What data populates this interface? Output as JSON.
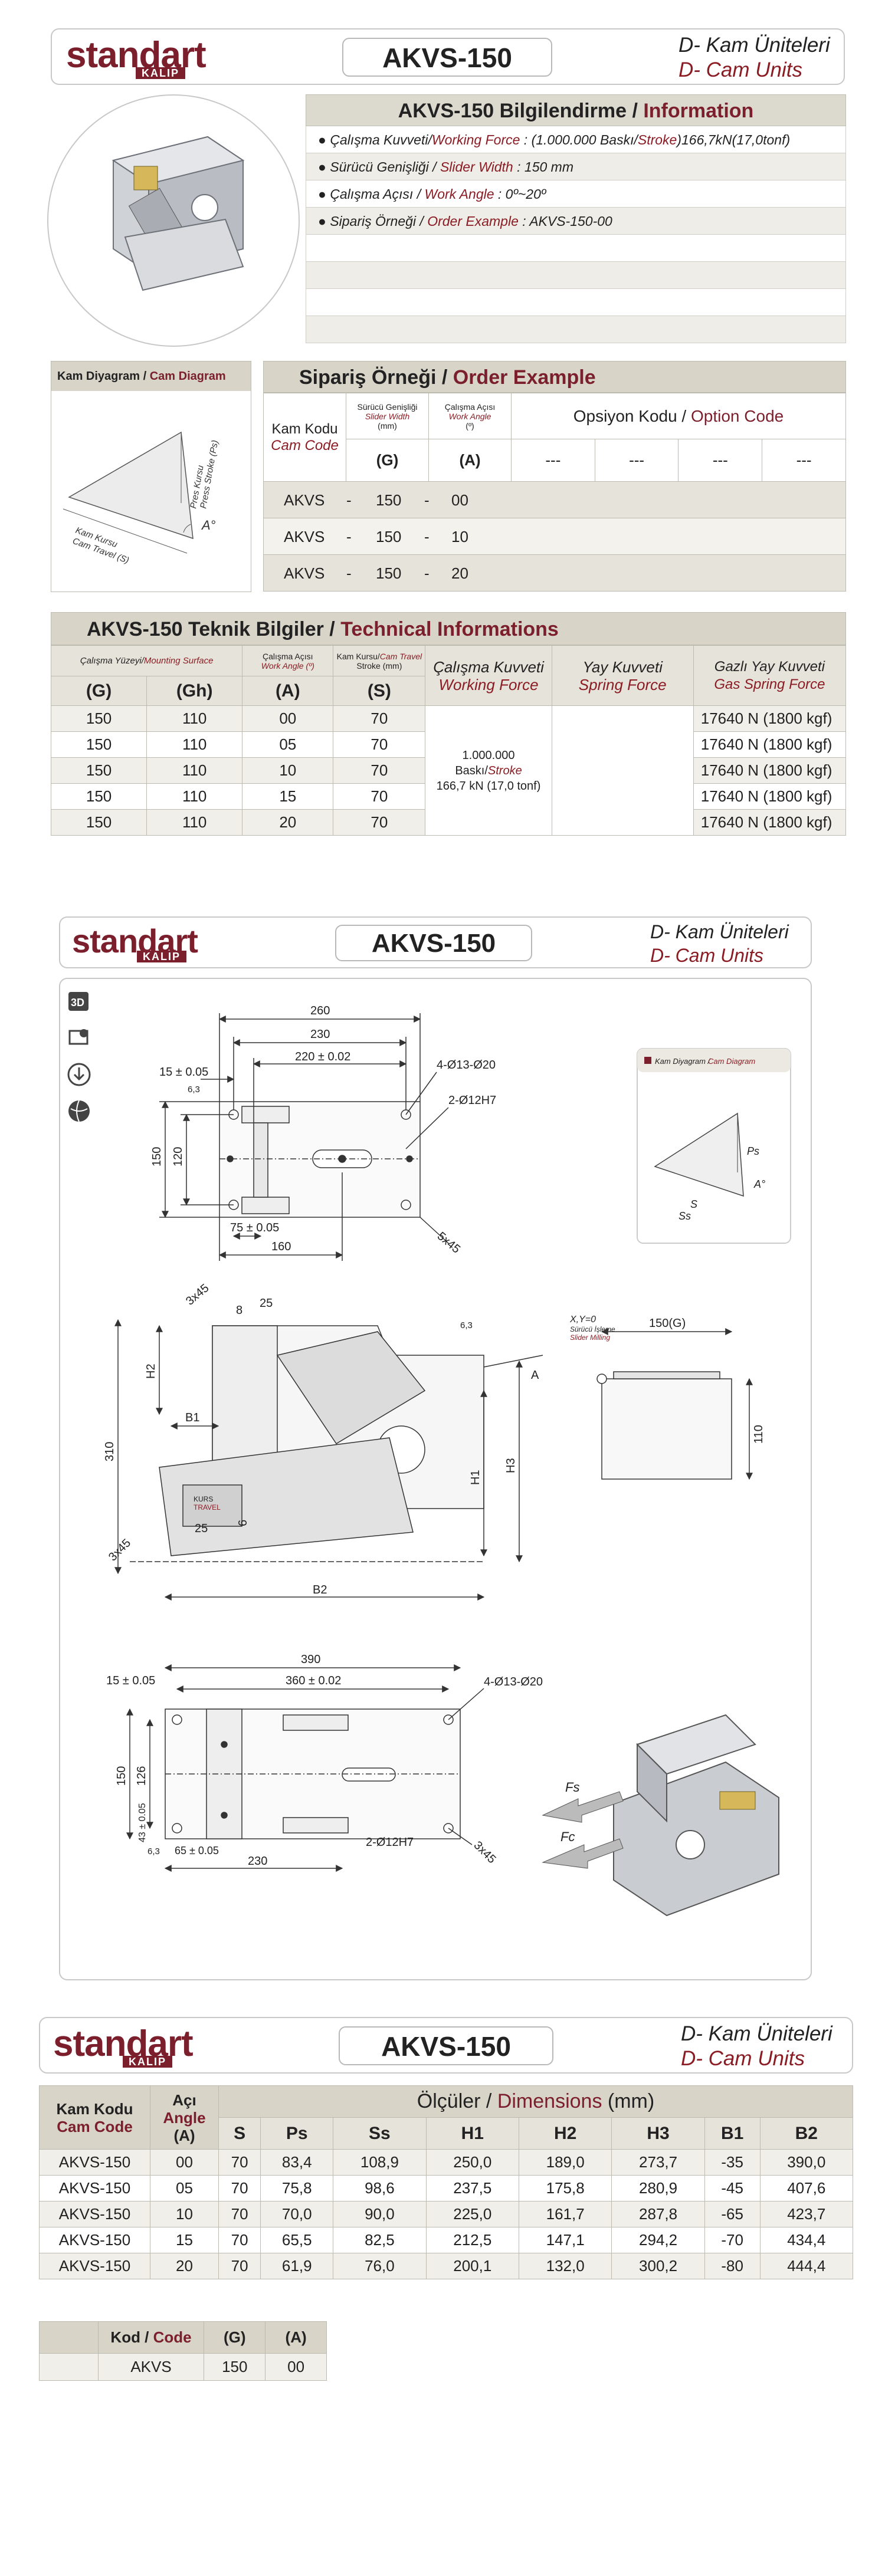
{
  "header": {
    "brand": "standart",
    "brand_sub": "KALIP",
    "model": "AKVS-150",
    "cat_tr": "D- Kam Üniteleri",
    "cat_en": "D- Cam Units"
  },
  "info": {
    "title_a": "AKVS-150 Bilgilendirme / ",
    "title_b": "Information",
    "rows": [
      {
        "tr": "Çalışma Kuvveti/",
        "en": "Working Force",
        "val": " : (1.000.000 Baskı/",
        "en2": "Stroke",
        "val2": ")166,7kN(17,0tonf)"
      },
      {
        "tr": "Sürücü Genişliği / ",
        "en": "Slider Width",
        "val": " : 150 mm"
      },
      {
        "tr": "Çalışma Açısı / ",
        "en": "Work Angle",
        "val": " : 0º~20º"
      },
      {
        "tr": "Sipariş Örneği / ",
        "en": "Order Example",
        "val": " : AKVS-150-00"
      }
    ]
  },
  "cam_diagram": {
    "title_tr": "Kam Diyagram / ",
    "title_en": "Cam Diagram",
    "small_title_tr": "Kam Diyagram /",
    "small_title_en": "Cam Diagram",
    "ps_label": "Pres Kursu",
    "ps_label_en": "Press Stroke (Ps)",
    "ss_label": "Kam Kursu",
    "ss_label_en": "Cam Travel (S)",
    "angle": "A°",
    "ps": "Ps",
    "ss": "Ss",
    "s": "S",
    "a": "A°"
  },
  "order": {
    "title_tr": "Sipariş Örneği / ",
    "title_en": "Order  Example",
    "code_tr": "Kam Kodu",
    "code_en": "Cam Code",
    "sw_tr": "Sürücü Genişliği",
    "sw_en": "Slider Width",
    "sw_unit": "(mm)",
    "wa_tr": "Çalışma Açısı",
    "wa_en": "Work Angle",
    "wa_unit": "(º)",
    "opt_tr": "Opsiyon Kodu / ",
    "opt_en": "Option Code",
    "g": "(G)",
    "a": "(A)",
    "dash": "---",
    "rows": [
      {
        "code": "AKVS",
        "sep1": "-",
        "g": "150",
        "sep2": "-",
        "a": "00"
      },
      {
        "code": "AKVS",
        "sep1": "-",
        "g": "150",
        "sep2": "-",
        "a": "10"
      },
      {
        "code": "AKVS",
        "sep1": "-",
        "g": "150",
        "sep2": "-",
        "a": "20"
      }
    ]
  },
  "tech": {
    "title_tr": "AKVS-150 Teknik Bilgiler / ",
    "title_en": "Technical Informations",
    "mount_tr": "Çalışma Yüzeyi/",
    "mount_en": "Mounting Surface",
    "wa_tr": "Çalışma Açısı",
    "wa_en": "Work Angle (º)",
    "ct_tr": "Kam Kursu/",
    "ct_en": "Cam Travel",
    "ct_unit": "Stroke (mm)",
    "wf_tr": "Çalışma Kuvveti",
    "wf_en": "Working Force",
    "sf_tr": "Yay Kuvveti",
    "sf_en": "Spring Force",
    "gs_tr": "Gazlı Yay Kuvveti",
    "gs_en": "Gas Spring Force",
    "col_g": "(G)",
    "col_gh": "(Gh)",
    "col_a": "(A)",
    "col_s": "(S)",
    "wf_val1": "1.000.000",
    "wf_val2": "Baskı/",
    "wf_val2b": "Stroke",
    "wf_val3": "166,7 kN (17,0 tonf)",
    "rows": [
      {
        "g": "150",
        "gh": "110",
        "a": "00",
        "s": "70",
        "gas": "17640 N (1800 kgf)"
      },
      {
        "g": "150",
        "gh": "110",
        "a": "05",
        "s": "70",
        "gas": "17640 N (1800 kgf)"
      },
      {
        "g": "150",
        "gh": "110",
        "a": "10",
        "s": "70",
        "gas": "17640 N (1800 kgf)"
      },
      {
        "g": "150",
        "gh": "110",
        "a": "15",
        "s": "70",
        "gas": "17640 N (1800 kgf)"
      },
      {
        "g": "150",
        "gh": "110",
        "a": "20",
        "s": "70",
        "gas": "17640 N (1800 kgf)"
      }
    ]
  },
  "drawing": {
    "top": {
      "d260": "260",
      "d230": "230",
      "d220": "220 ± 0.02",
      "d15": "15 ± 0.05",
      "d150": "150",
      "d120": "120",
      "d75": "75 ± 0.05",
      "d160": "160",
      "hole1": "4-Ø13-Ø20",
      "hole2": "2-Ø12H7",
      "chamfer": "5x45",
      "r63": "6,3"
    },
    "side": {
      "d3x45": "3x45",
      "d8": "8",
      "d25": "25",
      "r63": "6,3",
      "h2": "H2",
      "b1": "B1",
      "d310": "310",
      "h1": "H1",
      "h3": "H3",
      "b2": "B2",
      "d6": "6",
      "a": "A",
      "xy0": "X,Y=0",
      "mill_tr": "Sürücü İşleme",
      "mill_en": "Slider Milling",
      "d150g": "150(G)",
      "d110": "110",
      "kurs": "KURS",
      "travel": "TRAVEL",
      "d3x45b": "3x45"
    },
    "bottom": {
      "d390": "390",
      "d360": "360 ± 0.02",
      "d15": "15 ± 0.05",
      "d150": "150",
      "d126": "126",
      "d43": "43 ± 0.05",
      "d65": "65 ± 0.05",
      "d230": "230",
      "hole1": "4-Ø13-Ø20",
      "hole2": "2-Ø12H7",
      "chamfer": "3x45",
      "r63": "6,3",
      "fs": "Fs",
      "fc": "Fc"
    }
  },
  "dims": {
    "title_tr": "Ölçüler / ",
    "title_en": "Dimensions",
    "unit": " (mm)",
    "code_tr": "Kam Kodu",
    "code_en": "Cam Code",
    "angle_tr": "Açı",
    "angle_en": "Angle",
    "angle_unit": "(A)",
    "cols": [
      "S",
      "Ps",
      "Ss",
      "H1",
      "H2",
      "H3",
      "B1",
      "B2"
    ],
    "rows": [
      {
        "code": "AKVS-150",
        "a": "00",
        "v": [
          "70",
          "83,4",
          "108,9",
          "250,0",
          "189,0",
          "273,7",
          "-35",
          "390,0"
        ]
      },
      {
        "code": "AKVS-150",
        "a": "05",
        "v": [
          "70",
          "75,8",
          "98,6",
          "237,5",
          "175,8",
          "280,9",
          "-45",
          "407,6"
        ]
      },
      {
        "code": "AKVS-150",
        "a": "10",
        "v": [
          "70",
          "70,0",
          "90,0",
          "225,0",
          "161,7",
          "287,8",
          "-65",
          "423,7"
        ]
      },
      {
        "code": "AKVS-150",
        "a": "15",
        "v": [
          "70",
          "65,5",
          "82,5",
          "212,5",
          "147,1",
          "294,2",
          "-70",
          "434,4"
        ]
      },
      {
        "code": "AKVS-150",
        "a": "20",
        "v": [
          "70",
          "61,9",
          "76,0",
          "200,1",
          "132,0",
          "300,2",
          "-80",
          "444,4"
        ]
      }
    ]
  },
  "code_table": {
    "kod_tr": "Kod / ",
    "kod_en": "Code",
    "g": "(G)",
    "a": "(A)",
    "val_code": "AKVS",
    "val_g": "150",
    "val_a": "00"
  },
  "colors": {
    "maroon": "#7a1f2b",
    "tan": "#d8d4c8",
    "border": "#c8c8c8"
  }
}
